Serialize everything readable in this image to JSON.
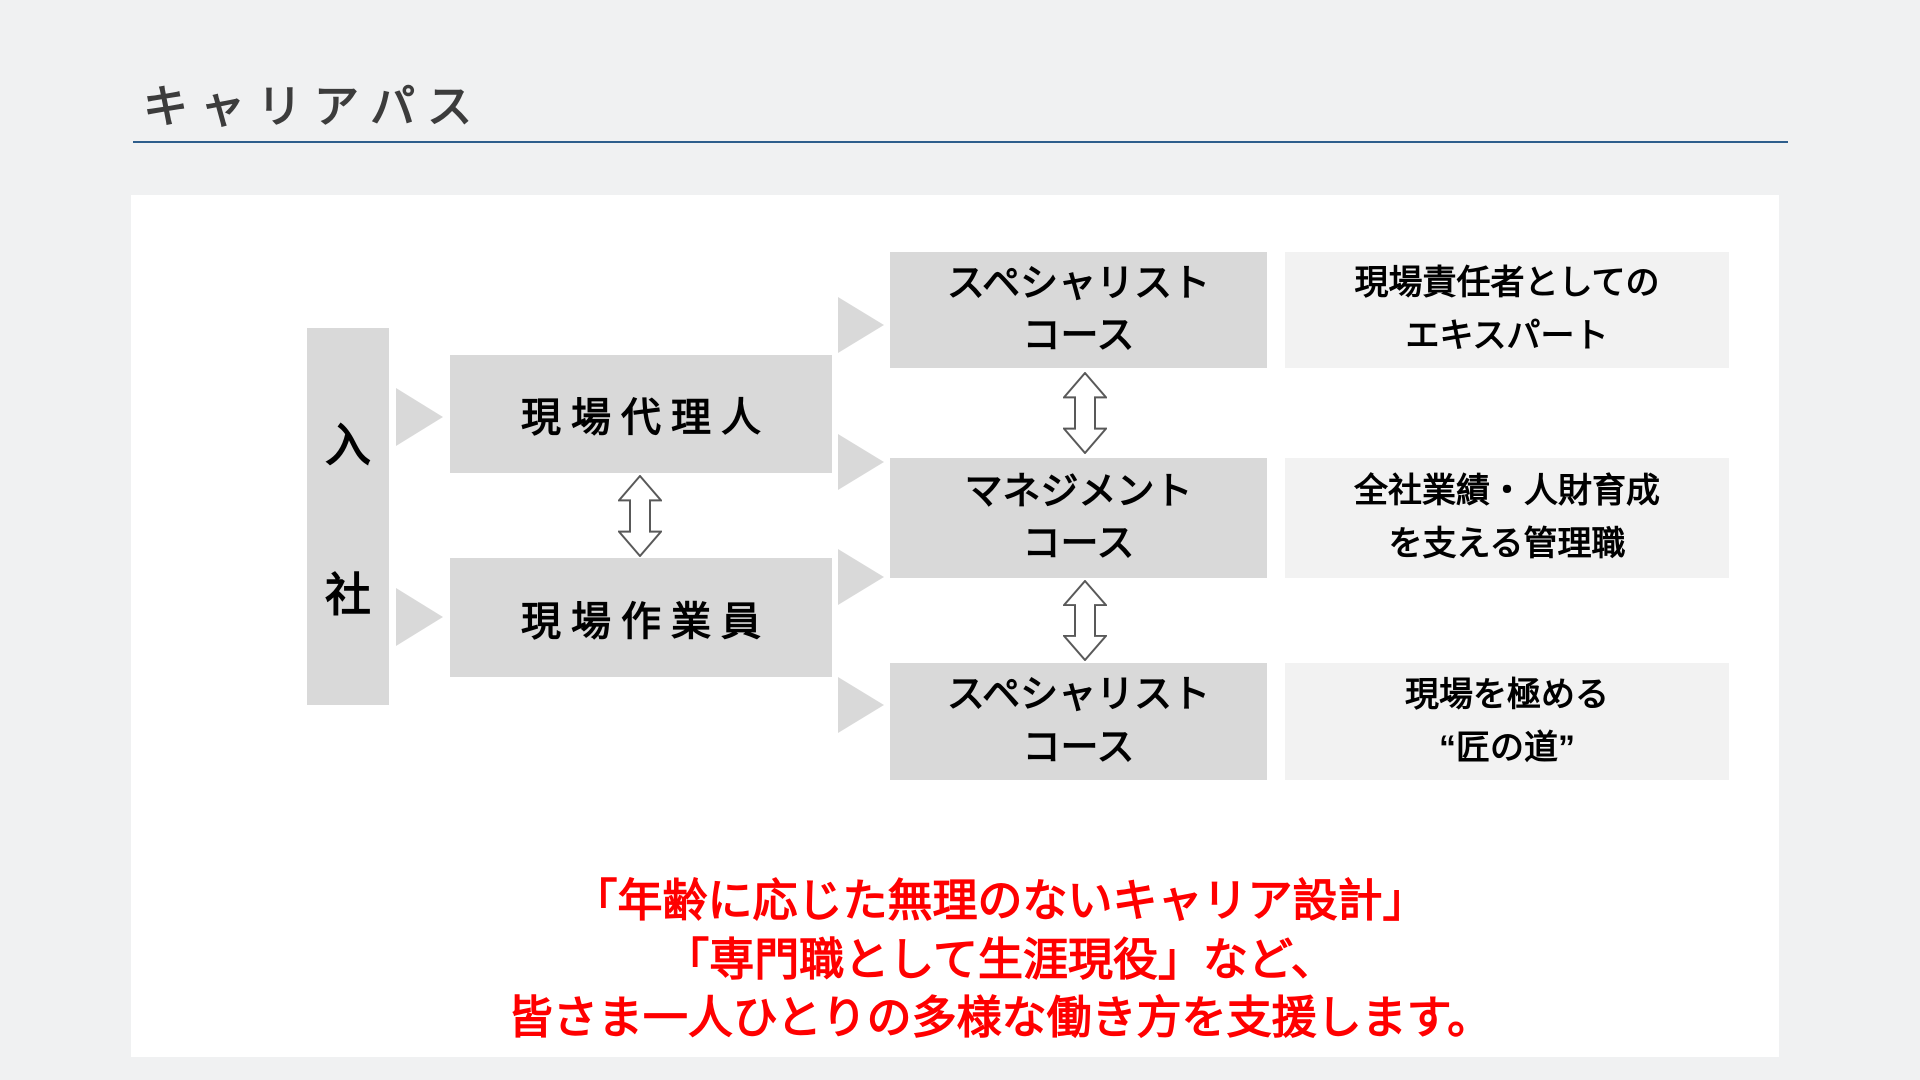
{
  "title": "キャリアパス",
  "colors": {
    "page_background": "#f0f1f2",
    "panel_background": "#ffffff",
    "box_gray": "#d9d9d9",
    "description_gray": "#f2f2f2",
    "title_underline_blue": "#2e5e8c",
    "footer_red": "#ff0000",
    "arrow_outline_gray": "#595959"
  },
  "entry": {
    "label": "入社",
    "chars": [
      "入",
      "社"
    ]
  },
  "roles": [
    {
      "label": "現場代理人"
    },
    {
      "label": "現場作業員"
    }
  ],
  "courses": [
    {
      "line1": "スペシャリスト",
      "line2": "コース",
      "desc1": "現場責任者としての",
      "desc2": "エキスパート"
    },
    {
      "line1": "マネジメント",
      "line2": "コース",
      "desc1": "全社業績・人財育成",
      "desc2": "を支える管理職"
    },
    {
      "line1": "スペシャリスト",
      "line2": "コース",
      "desc1": "現場を極める",
      "desc2": "“匠の道”"
    }
  ],
  "footer": {
    "lines": [
      "「年齢に応じた無理のないキャリア設計」",
      "「専門職として生涯現役」など、",
      "皆さま一人ひとりの多様な働き方を支援します。"
    ]
  }
}
